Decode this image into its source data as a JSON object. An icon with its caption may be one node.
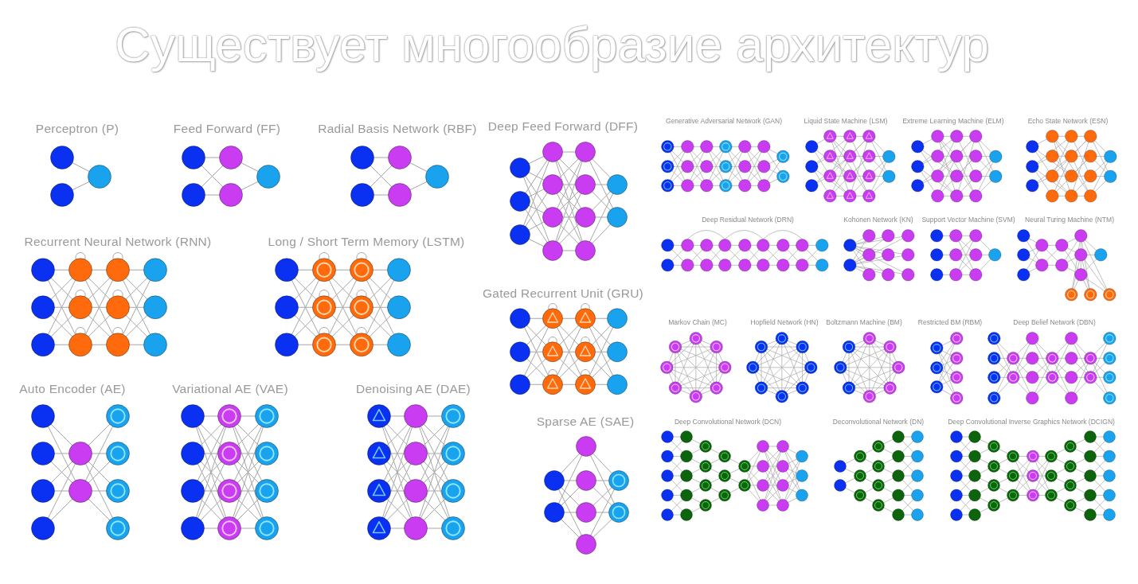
{
  "diagram": {
    "title": "Существует многообразие архитектур",
    "labels": [
      "Perceptron (P)",
      "Feed Forward (FF)",
      "Radial Basis Network (RBF)",
      "Deep Feed Forward (DFF)",
      "Generative Adversarial Network (GAN)",
      "Liquid State Machine (LSM)",
      "Extreme Learning Machine (ELM)",
      "Echo State Network (ESN)",
      "Deep Residual Network (DRN)",
      "Kohonen Network (KN)",
      "Support Vector Machine (SVM)",
      "Neural Turing Machine (NTM)",
      "Recurrent Neural Network (RNN)",
      "Long / Short Term Memory (LSTM)",
      "Gated Recurrent Unit (GRU)",
      "Markov Chain (MC)",
      "Hopfield Network (HN)",
      "Boltzmann Machine (BM)",
      "Restricted BM (RBM)",
      "Deep Belief Network (DBN)",
      "Auto Encoder (AE)",
      "Variational AE (VAE)",
      "Denoising AE (DAE)",
      "Sparse AE (SAE)",
      "Deep Convolutional Network (DCN)",
      "Deconvolutional Network (DN)",
      "Deep Convolutional Inverse Graphics Network (DCIGN)"
    ]
  }
}
